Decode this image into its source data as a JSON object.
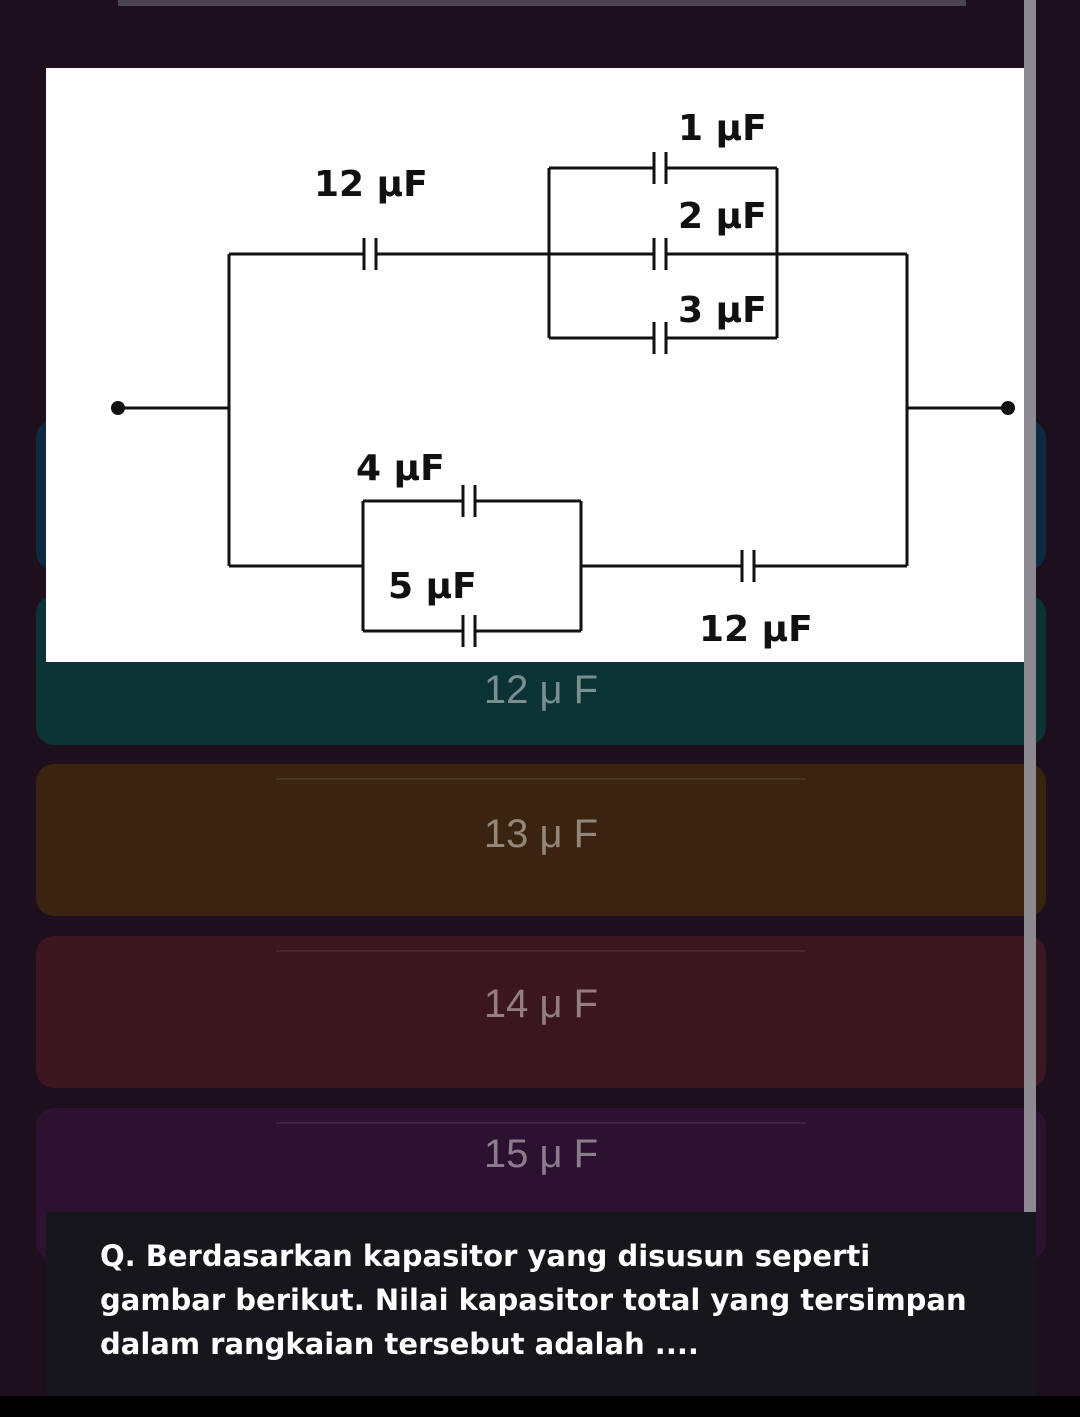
{
  "answers": [
    {
      "id": "A",
      "label": ""
    },
    {
      "id": "B",
      "label": "12 μ F"
    },
    {
      "id": "C",
      "label": "13 μ F"
    },
    {
      "id": "D",
      "label": "14 μ F"
    },
    {
      "id": "E",
      "label": "15 μ F"
    }
  ],
  "diagram": {
    "cap_top_left": "12 μF",
    "cap_p1": "1 μF",
    "cap_p2": "2 μF",
    "cap_p3": "3 μF",
    "cap_p4": "4 μF",
    "cap_p5": "5 μF",
    "cap_bottom_right": "12 μF"
  },
  "question": {
    "text": "Q. Berdasarkan kapasitor yang disusun seperti gambar berikut. Nilai kapasitor total yang tersimpan dalam rangkaian tersebut adalah ...."
  },
  "colors": {
    "background": "#1d0f1c",
    "option_blue": "#0d2a42",
    "option_teal": "#0b3234",
    "option_orange": "#3a2410",
    "option_red": "#3b1520",
    "option_purple": "#2c1130"
  }
}
